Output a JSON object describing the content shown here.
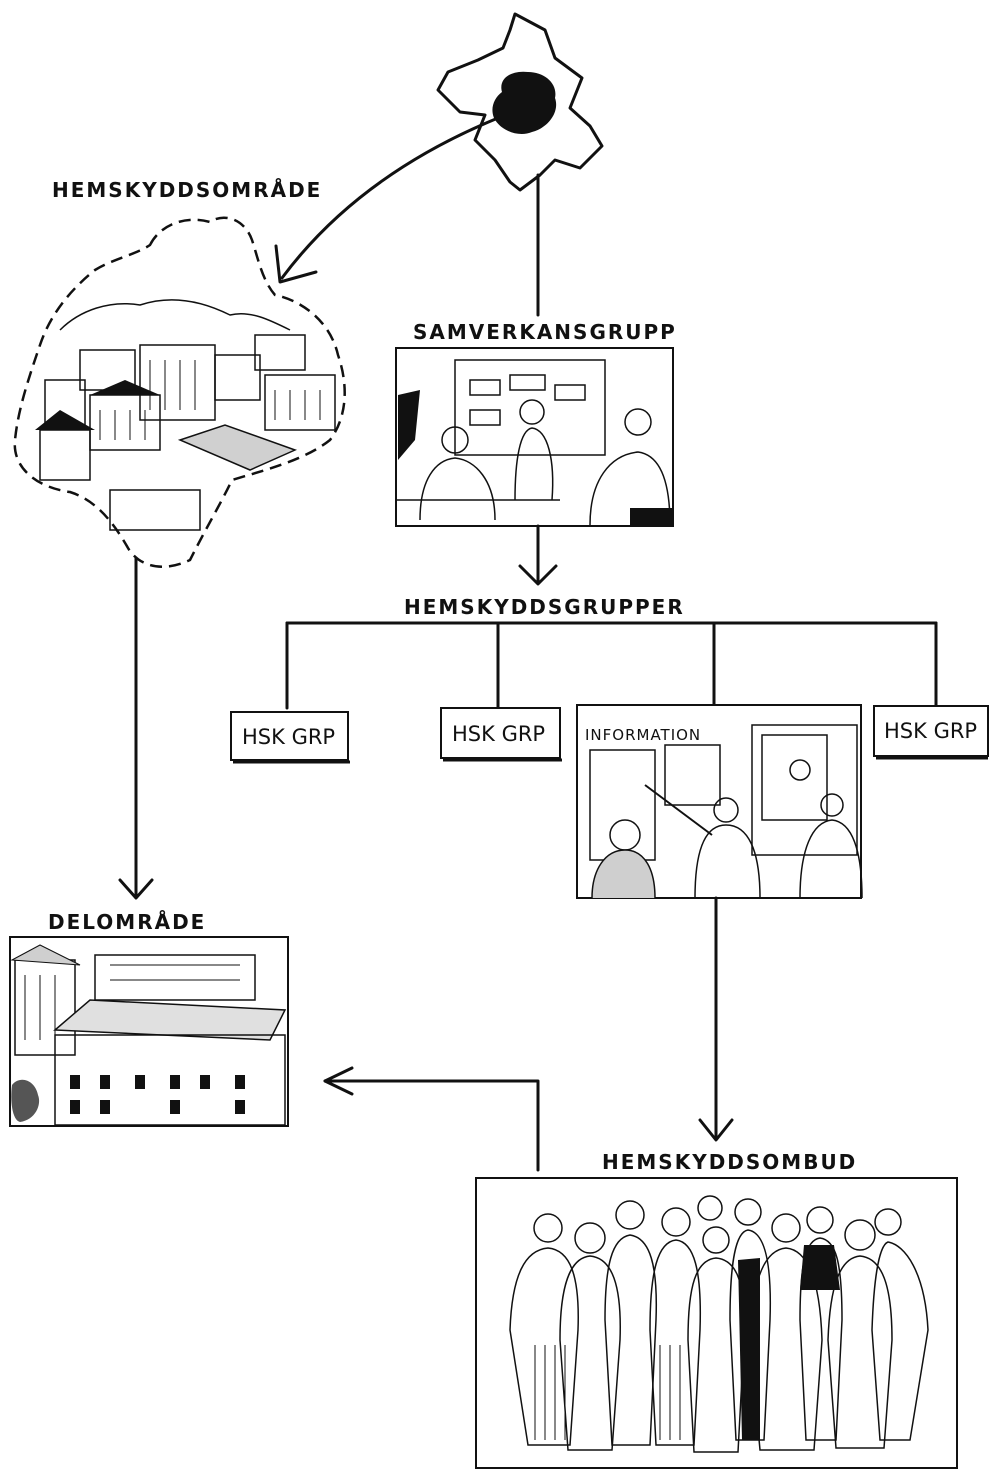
{
  "labels": {
    "hemskyddsomrade": "HEMSKYDDSOMRÅDE",
    "samverkansgrupp": "SAMVERKANSGRUPP",
    "hemskyddsgrupper": "HEMSKYDDSGRUPPER",
    "hsk_grp_1": "HSK GRP",
    "hsk_grp_2": "HSK GRP",
    "hsk_grp_3": "HSK GRP",
    "information": "INFORMATION",
    "delomrade": "DELOMRÅDE",
    "hemskyddsombud": "HEMSKYDDSOMBUD"
  },
  "colors": {
    "ink": "#111111",
    "paper": "#ffffff",
    "fill_light": "#e8e8e8",
    "fill_dark": "#1a1a1a"
  },
  "icons": {
    "municipality": "municipality-map-icon",
    "town": "town-illustration-icon",
    "meeting": "office-meeting-illustration-icon",
    "info_office": "information-office-illustration-icon",
    "apartments": "apartment-block-illustration-icon",
    "people": "group-of-people-illustration-icon"
  }
}
